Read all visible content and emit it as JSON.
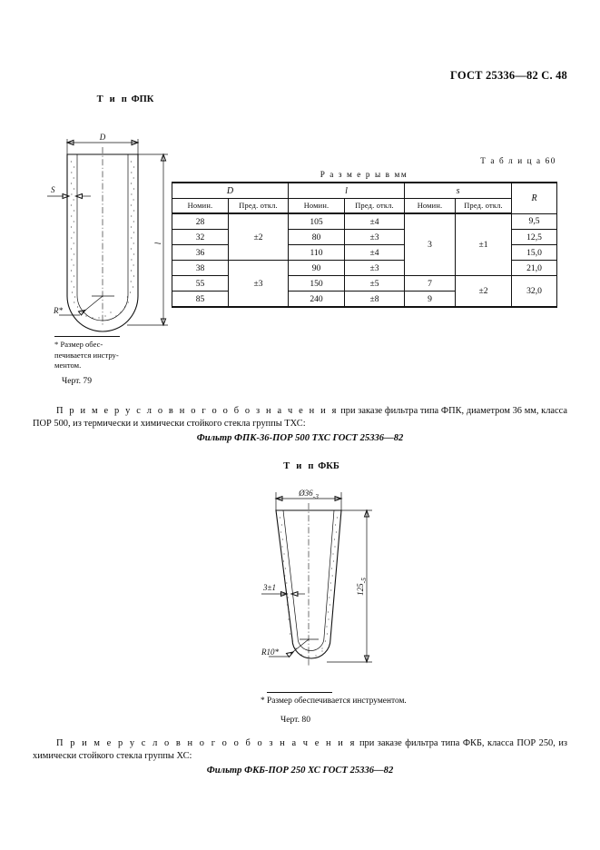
{
  "header": {
    "standard": "ГОСТ 25336—82 С. 48"
  },
  "figure1": {
    "title_prefix": "Т и п",
    "title_name": "ФПК",
    "labels": {
      "diameter": "D",
      "wall": "S",
      "length": "l",
      "radius": "R*"
    },
    "footnote_line1": "* Размер обес-",
    "footnote_line2": "печивается инстру-",
    "footnote_line3": "ментом.",
    "caption": "Черт. 79"
  },
  "table": {
    "number_label": "Т а б л и ц а   60",
    "units_label": "Р а з м е р ы   в   мм",
    "group_headers": [
      "D",
      "l",
      "s",
      "R"
    ],
    "sub_headers": [
      "Номин.",
      "Пред. откл.",
      "Номин.",
      "Пред. откл.",
      "Номин.",
      "Пред. откл."
    ],
    "rows": [
      {
        "d_nom": "28",
        "l_nom": "105",
        "l_dev": "±4",
        "r": "9,5"
      },
      {
        "d_nom": "32",
        "l_nom": "80",
        "l_dev": "±3",
        "r": "12,5"
      },
      {
        "d_nom": "36",
        "l_nom": "110",
        "l_dev": "±4",
        "r": "15,0"
      },
      {
        "d_nom": "38",
        "l_nom": "90",
        "l_dev": "±3",
        "r": "21,0"
      },
      {
        "d_nom": "55",
        "l_nom": "150",
        "l_dev": "±5",
        "r": "32,0"
      },
      {
        "d_nom": "85",
        "l_nom": "240",
        "l_dev": "±8",
        "r": ""
      }
    ],
    "d_dev_group1": "±2",
    "d_dev_group2": "±3",
    "s_nom_group1": "3",
    "s_nom_row5": "7",
    "s_nom_row6": "9",
    "s_dev_group1": "±1",
    "s_dev_group2": "±2",
    "r_merged_56": "32,0"
  },
  "paragraph1": {
    "spaced_lead": "П р и м е р   у с л о в н о г о   о б о з н а ч е н и я",
    "body": " при заказе фильтра типа ФПК,  диаметром 36 мм,  класса ПОР 500,  из термически и химически стойкого стекла группы ТХС:",
    "designation": "Фильтр ФПК-36-ПОР 500 ТХС ГОСТ 25336—82"
  },
  "figure2": {
    "title_prefix": "Т и п",
    "title_name": "ФКБ",
    "labels": {
      "diameter": "Ø36",
      "diameter_tol": "-3",
      "wall": "3±1",
      "length": "125",
      "length_tol": "-5",
      "radius": "R10*"
    },
    "footnote": "* Размер обеспечивается инструментом.",
    "caption": "Черт. 80"
  },
  "paragraph2": {
    "spaced_lead": "П р и м е р   у с л о в н о г о  о б о з н а ч е н и я",
    "body": "  при заказе фильтра типа ФКБ,  класса ПОР 250,  из химически стойкого стекла группы ХС:",
    "designation": "Фильтр ФКБ-ПОР 250 ХС ГОСТ 25336—82"
  }
}
